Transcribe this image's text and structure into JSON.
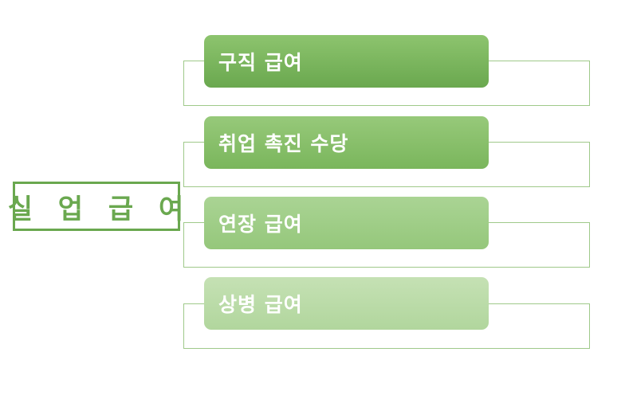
{
  "diagram": {
    "root": {
      "label": "실 업 급 여"
    },
    "items": [
      {
        "label": "구직 급여",
        "color_top": "#8dc46e",
        "color_bottom": "#6aa84f"
      },
      {
        "label": "취업 촉진 수당",
        "color_top": "#97c97a",
        "color_bottom": "#7ab65c"
      },
      {
        "label": "연장 급여",
        "color_top": "#aad494",
        "color_bottom": "#95c77b"
      },
      {
        "label": "상병 급여",
        "color_top": "#c5e1b4",
        "color_bottom": "#b1d69d"
      }
    ],
    "colors": {
      "accent": "#6aa84f",
      "connector": "#9fc98a"
    }
  }
}
